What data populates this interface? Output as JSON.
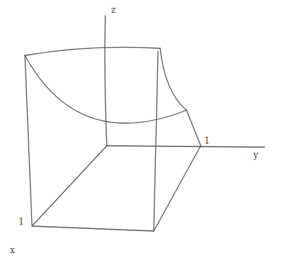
{
  "diagram": {
    "labels": [
      "z",
      "1",
      "y",
      "1",
      "x"
    ]
  }
}
